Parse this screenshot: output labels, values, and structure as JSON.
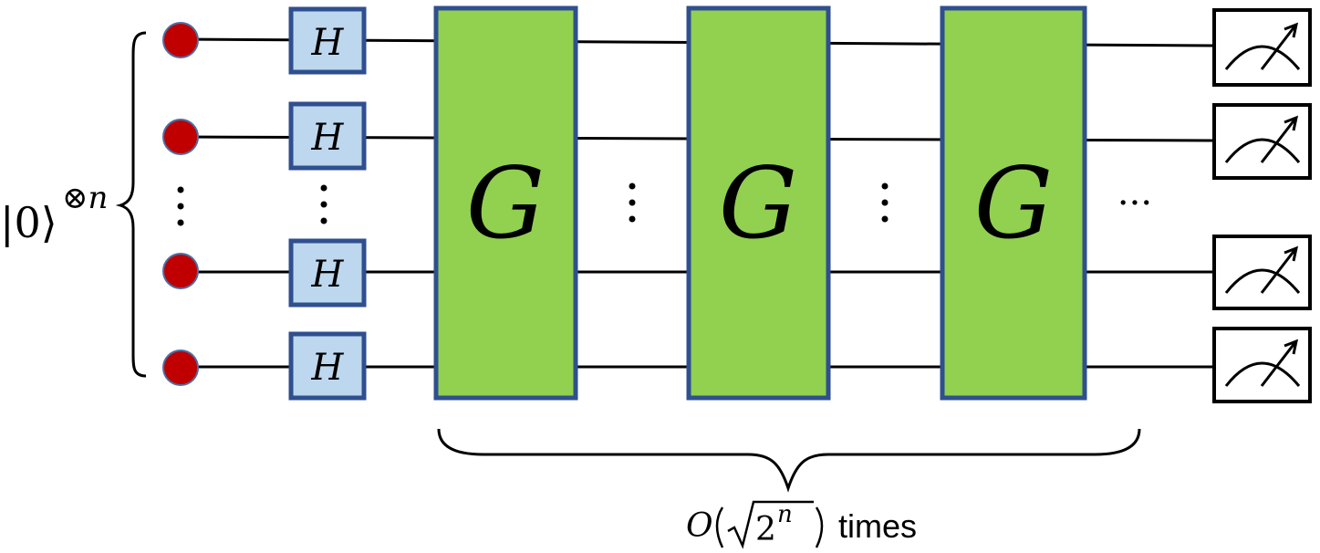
{
  "input_state": {
    "ket": "|0⟩",
    "exponent": "⊗n"
  },
  "hadamard_label": "H",
  "grover_label": "G",
  "ellipsis_horizontal": "···",
  "repetition": {
    "prefix": "O",
    "radicand": "2",
    "radicand_exp": "n",
    "suffix": "times"
  },
  "qubits_shown": 4,
  "grover_iterations_shown": 3,
  "measurements_shown": 4,
  "colors": {
    "qubit": "#c00000",
    "hadamard_fill": "#bdd7ee",
    "grover_fill": "#92d050",
    "box_border": "#2f4f8f"
  }
}
